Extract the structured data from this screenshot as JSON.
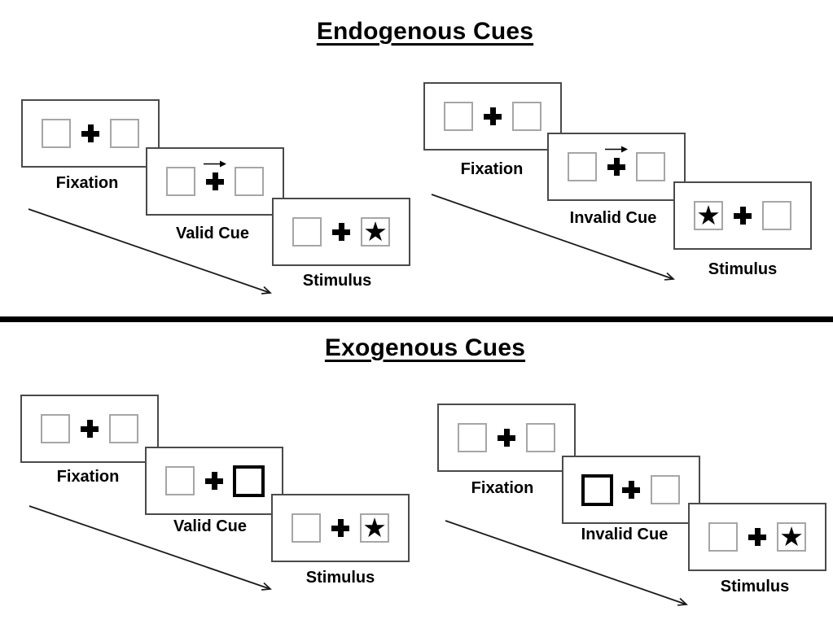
{
  "sections": [
    {
      "title": "Endogenous Cues",
      "panels": [
        {
          "name": "endogenous-valid",
          "frames": [
            {
              "type": "fixation",
              "label": "Fixation"
            },
            {
              "type": "arrow-cue",
              "label": "Valid Cue",
              "cue_direction": "right"
            },
            {
              "type": "stimulus",
              "label": "Stimulus",
              "star_side": "right"
            }
          ]
        },
        {
          "name": "endogenous-invalid",
          "frames": [
            {
              "type": "fixation",
              "label": "Fixation"
            },
            {
              "type": "arrow-cue",
              "label": "Invalid Cue",
              "cue_direction": "right"
            },
            {
              "type": "stimulus",
              "label": "Stimulus",
              "star_side": "left"
            }
          ]
        }
      ]
    },
    {
      "title": "Exogenous Cues",
      "panels": [
        {
          "name": "exogenous-valid",
          "frames": [
            {
              "type": "fixation",
              "label": "Fixation"
            },
            {
              "type": "box-cue",
              "label": "Valid Cue",
              "cue_side": "right"
            },
            {
              "type": "stimulus",
              "label": "Stimulus",
              "star_side": "right"
            }
          ]
        },
        {
          "name": "exogenous-invalid",
          "frames": [
            {
              "type": "fixation",
              "label": "Fixation"
            },
            {
              "type": "box-cue",
              "label": "Invalid Cue",
              "cue_side": "left"
            },
            {
              "type": "stimulus",
              "label": "Stimulus",
              "star_side": "right"
            }
          ]
        }
      ]
    }
  ],
  "glyphs": {
    "star": "★"
  },
  "colors": {
    "ink": "#000000",
    "placeholder_box_border": "#a6a6a6",
    "screen_frame_border": "#4a4a4a",
    "background": "#ffffff"
  }
}
